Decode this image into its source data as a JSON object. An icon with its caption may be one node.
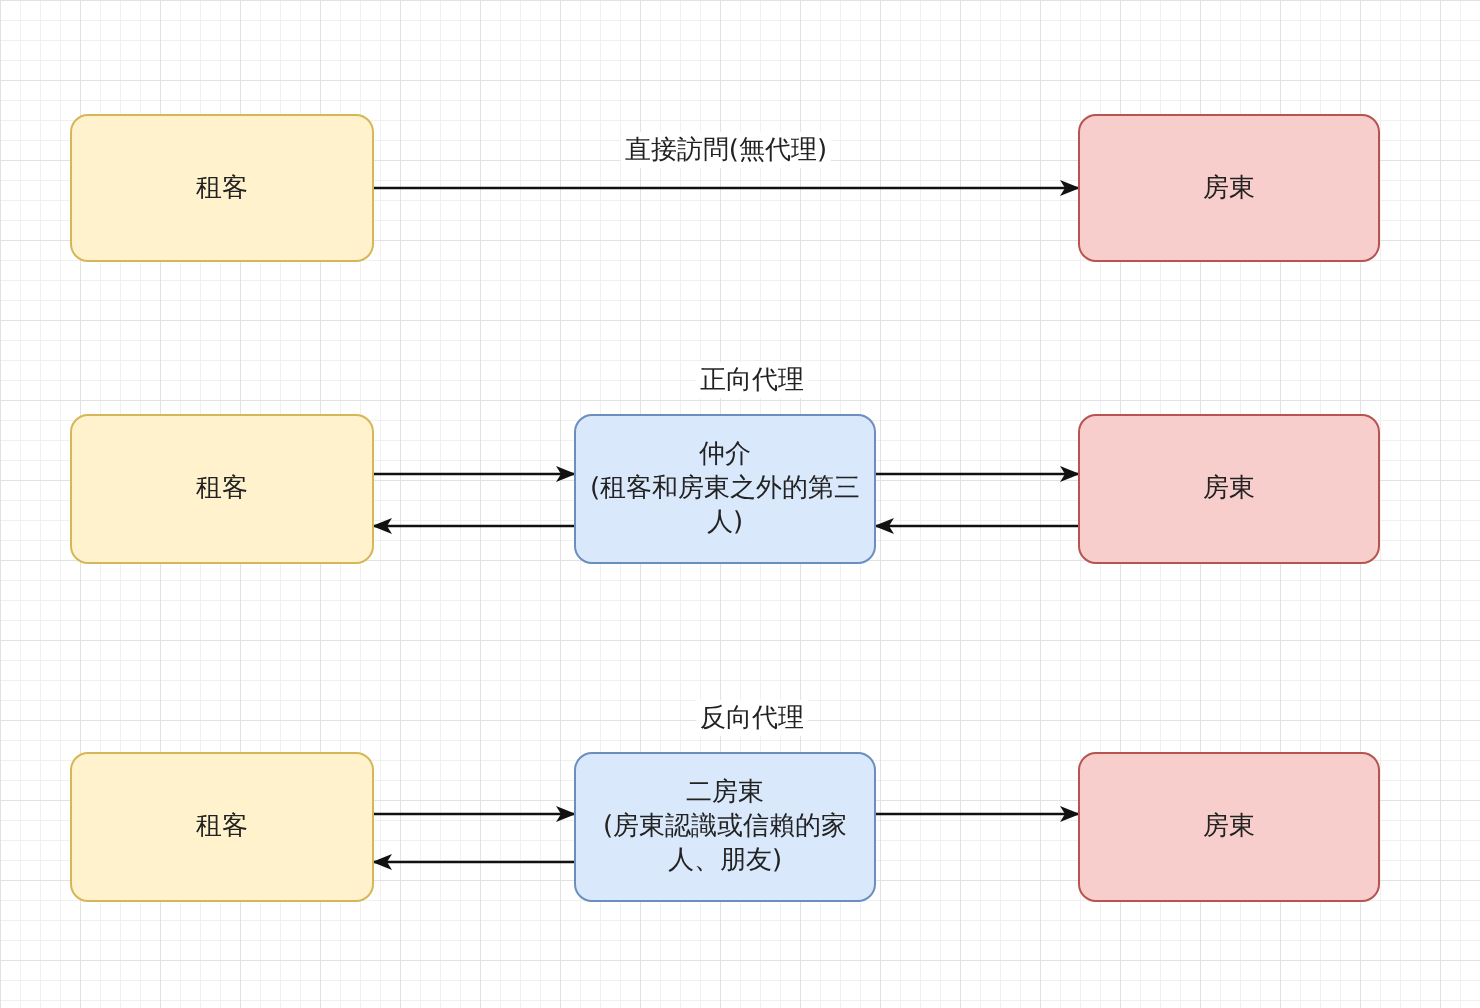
{
  "diagram": {
    "nodes": [
      {
        "text": [
          "租客"
        ]
      },
      {
        "text": [
          "房東"
        ]
      },
      {
        "text": [
          "租客"
        ]
      },
      {
        "text": [
          "仲介",
          "(租客和房東之外的第三人)"
        ]
      },
      {
        "text": [
          "房東"
        ]
      },
      {
        "text": [
          "租客"
        ]
      },
      {
        "text": [
          "二房東",
          "(房東認識或信賴的家人、朋友)"
        ]
      },
      {
        "text": [
          "房東"
        ]
      }
    ],
    "edges": [
      {
        "from": 0,
        "to": 1,
        "arrow": "to",
        "label": "直接訪問(無代理)"
      },
      {
        "from": 2,
        "to": 3,
        "arrow": "to"
      },
      {
        "from": 3,
        "to": 2,
        "arrow": "to"
      },
      {
        "from": 3,
        "to": 4,
        "arrow": "to"
      },
      {
        "from": 4,
        "to": 3,
        "arrow": "to"
      },
      {
        "from": 5,
        "to": 6,
        "arrow": "to"
      },
      {
        "from": 6,
        "to": 5,
        "arrow": "to"
      },
      {
        "from": 6,
        "to": 7,
        "arrow": "to"
      }
    ],
    "labels": [
      "正向代理",
      "反向代理"
    ]
  }
}
